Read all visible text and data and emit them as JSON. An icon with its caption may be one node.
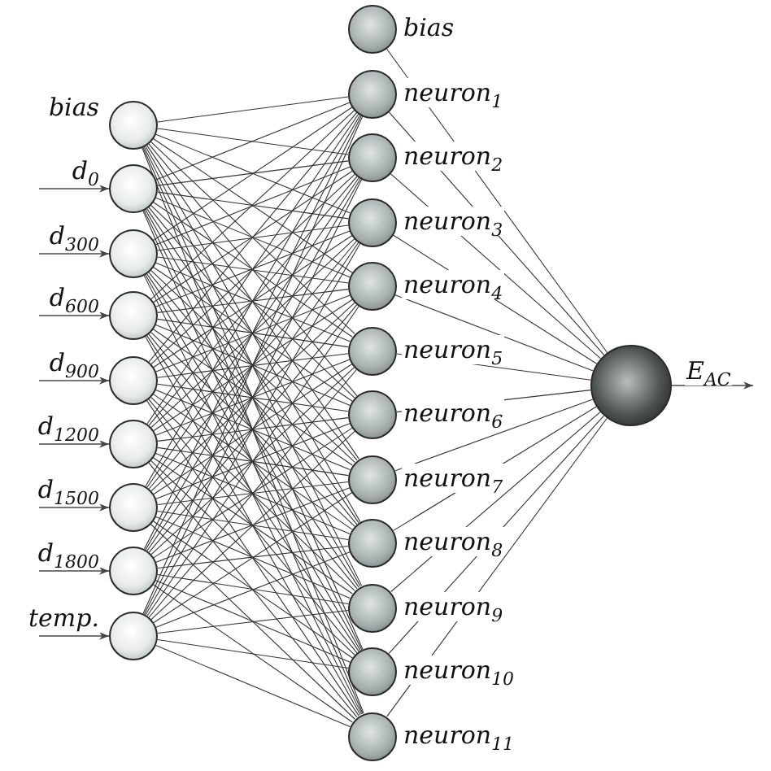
{
  "diagram": {
    "nodes": [
      {
        "text": [],
        "shape": "circle",
        "beside": [
          "bias"
        ]
      },
      {
        "text": [],
        "shape": "circle",
        "beside": [
          "d$_{0}$"
        ]
      },
      {
        "text": [],
        "shape": "circle",
        "beside": [
          "d$_{300}$"
        ]
      },
      {
        "text": [],
        "shape": "circle",
        "beside": [
          "d$_{600}$"
        ]
      },
      {
        "text": [],
        "shape": "circle",
        "beside": [
          "d$_{900}$"
        ]
      },
      {
        "text": [],
        "shape": "circle",
        "beside": [
          "d$_{1200}$"
        ]
      },
      {
        "text": [],
        "shape": "circle",
        "beside": [
          "d$_{1500}$"
        ]
      },
      {
        "text": [],
        "shape": "circle",
        "beside": [
          "d$_{1800}$"
        ]
      },
      {
        "text": [],
        "shape": "circle",
        "beside": [
          "temp."
        ]
      },
      {
        "text": [],
        "shape": "circle",
        "beside": [
          "bias"
        ]
      },
      {
        "text": [],
        "shape": "circle",
        "beside": [
          "neuron$_{1}$"
        ]
      },
      {
        "text": [],
        "shape": "circle",
        "beside": [
          "neuron$_{2}$"
        ]
      },
      {
        "text": [],
        "shape": "circle",
        "beside": [
          "neuron$_{3}$"
        ]
      },
      {
        "text": [],
        "shape": "circle",
        "beside": [
          "neuron$_{4}$"
        ]
      },
      {
        "text": [],
        "shape": "circle",
        "beside": [
          "neuron$_{5}$"
        ]
      },
      {
        "text": [],
        "shape": "circle",
        "beside": [
          "neuron$_{6}$"
        ]
      },
      {
        "text": [],
        "shape": "circle",
        "beside": [
          "neuron$_{7}$"
        ]
      },
      {
        "text": [],
        "shape": "circle",
        "beside": [
          "neuron$_{8}$"
        ]
      },
      {
        "text": [],
        "shape": "circle",
        "beside": [
          "neuron$_{9}$"
        ]
      },
      {
        "text": [],
        "shape": "circle",
        "beside": [
          "neuron$_{10}$"
        ]
      },
      {
        "text": [],
        "shape": "circle",
        "beside": [
          "neuron$_{11}$"
        ]
      },
      {
        "text": [],
        "shape": "circle",
        "beside": [
          "E$_{AC}$"
        ]
      }
    ],
    "edges": [
      {
        "from": 0,
        "to": 10,
        "arrow": "none"
      },
      {
        "from": 0,
        "to": 11,
        "arrow": "none"
      },
      {
        "from": 0,
        "to": 12,
        "arrow": "none"
      },
      {
        "from": 0,
        "to": 13,
        "arrow": "none"
      },
      {
        "from": 0,
        "to": 14,
        "arrow": "none"
      },
      {
        "from": 0,
        "to": 15,
        "arrow": "none"
      },
      {
        "from": 0,
        "to": 16,
        "arrow": "none"
      },
      {
        "from": 0,
        "to": 17,
        "arrow": "none"
      },
      {
        "from": 0,
        "to": 18,
        "arrow": "none"
      },
      {
        "from": 0,
        "to": 19,
        "arrow": "none"
      },
      {
        "from": 0,
        "to": 20,
        "arrow": "none"
      },
      {
        "from": 1,
        "to": 10,
        "arrow": "none"
      },
      {
        "from": 1,
        "to": 11,
        "arrow": "none"
      },
      {
        "from": 1,
        "to": 12,
        "arrow": "none"
      },
      {
        "from": 1,
        "to": 13,
        "arrow": "none"
      },
      {
        "from": 1,
        "to": 14,
        "arrow": "none"
      },
      {
        "from": 1,
        "to": 15,
        "arrow": "none"
      },
      {
        "from": 1,
        "to": 16,
        "arrow": "none"
      },
      {
        "from": 1,
        "to": 17,
        "arrow": "none"
      },
      {
        "from": 1,
        "to": 18,
        "arrow": "none"
      },
      {
        "from": 1,
        "to": 19,
        "arrow": "none"
      },
      {
        "from": 1,
        "to": 20,
        "arrow": "none"
      },
      {
        "from": 2,
        "to": 10,
        "arrow": "none"
      },
      {
        "from": 2,
        "to": 11,
        "arrow": "none"
      },
      {
        "from": 2,
        "to": 12,
        "arrow": "none"
      },
      {
        "from": 2,
        "to": 13,
        "arrow": "none"
      },
      {
        "from": 2,
        "to": 14,
        "arrow": "none"
      },
      {
        "from": 2,
        "to": 15,
        "arrow": "none"
      },
      {
        "from": 2,
        "to": 16,
        "arrow": "none"
      },
      {
        "from": 2,
        "to": 17,
        "arrow": "none"
      },
      {
        "from": 2,
        "to": 18,
        "arrow": "none"
      },
      {
        "from": 2,
        "to": 19,
        "arrow": "none"
      },
      {
        "from": 2,
        "to": 20,
        "arrow": "none"
      },
      {
        "from": 3,
        "to": 10,
        "arrow": "none"
      },
      {
        "from": 3,
        "to": 11,
        "arrow": "none"
      },
      {
        "from": 3,
        "to": 12,
        "arrow": "none"
      },
      {
        "from": 3,
        "to": 13,
        "arrow": "none"
      },
      {
        "from": 3,
        "to": 14,
        "arrow": "none"
      },
      {
        "from": 3,
        "to": 15,
        "arrow": "none"
      },
      {
        "from": 3,
        "to": 16,
        "arrow": "none"
      },
      {
        "from": 3,
        "to": 17,
        "arrow": "none"
      },
      {
        "from": 3,
        "to": 18,
        "arrow": "none"
      },
      {
        "from": 3,
        "to": 19,
        "arrow": "none"
      },
      {
        "from": 3,
        "to": 20,
        "arrow": "none"
      },
      {
        "from": 4,
        "to": 10,
        "arrow": "none"
      },
      {
        "from": 4,
        "to": 11,
        "arrow": "none"
      },
      {
        "from": 4,
        "to": 12,
        "arrow": "none"
      },
      {
        "from": 4,
        "to": 13,
        "arrow": "none"
      },
      {
        "from": 4,
        "to": 14,
        "arrow": "none"
      },
      {
        "from": 4,
        "to": 15,
        "arrow": "none"
      },
      {
        "from": 4,
        "to": 16,
        "arrow": "none"
      },
      {
        "from": 4,
        "to": 17,
        "arrow": "none"
      },
      {
        "from": 4,
        "to": 18,
        "arrow": "none"
      },
      {
        "from": 4,
        "to": 19,
        "arrow": "none"
      },
      {
        "from": 4,
        "to": 20,
        "arrow": "none"
      },
      {
        "from": 5,
        "to": 10,
        "arrow": "none"
      },
      {
        "from": 5,
        "to": 11,
        "arrow": "none"
      },
      {
        "from": 5,
        "to": 12,
        "arrow": "none"
      },
      {
        "from": 5,
        "to": 13,
        "arrow": "none"
      },
      {
        "from": 5,
        "to": 14,
        "arrow": "none"
      },
      {
        "from": 5,
        "to": 15,
        "arrow": "none"
      },
      {
        "from": 5,
        "to": 16,
        "arrow": "none"
      },
      {
        "from": 5,
        "to": 17,
        "arrow": "none"
      },
      {
        "from": 5,
        "to": 18,
        "arrow": "none"
      },
      {
        "from": 5,
        "to": 19,
        "arrow": "none"
      },
      {
        "from": 5,
        "to": 20,
        "arrow": "none"
      },
      {
        "from": 6,
        "to": 10,
        "arrow": "none"
      },
      {
        "from": 6,
        "to": 11,
        "arrow": "none"
      },
      {
        "from": 6,
        "to": 12,
        "arrow": "none"
      },
      {
        "from": 6,
        "to": 13,
        "arrow": "none"
      },
      {
        "from": 6,
        "to": 14,
        "arrow": "none"
      },
      {
        "from": 6,
        "to": 15,
        "arrow": "none"
      },
      {
        "from": 6,
        "to": 16,
        "arrow": "none"
      },
      {
        "from": 6,
        "to": 17,
        "arrow": "none"
      },
      {
        "from": 6,
        "to": 18,
        "arrow": "none"
      },
      {
        "from": 6,
        "to": 19,
        "arrow": "none"
      },
      {
        "from": 6,
        "to": 20,
        "arrow": "none"
      },
      {
        "from": 7,
        "to": 10,
        "arrow": "none"
      },
      {
        "from": 7,
        "to": 11,
        "arrow": "none"
      },
      {
        "from": 7,
        "to": 12,
        "arrow": "none"
      },
      {
        "from": 7,
        "to": 13,
        "arrow": "none"
      },
      {
        "from": 7,
        "to": 14,
        "arrow": "none"
      },
      {
        "from": 7,
        "to": 15,
        "arrow": "none"
      },
      {
        "from": 7,
        "to": 16,
        "arrow": "none"
      },
      {
        "from": 7,
        "to": 17,
        "arrow": "none"
      },
      {
        "from": 7,
        "to": 18,
        "arrow": "none"
      },
      {
        "from": 7,
        "to": 19,
        "arrow": "none"
      },
      {
        "from": 7,
        "to": 20,
        "arrow": "none"
      },
      {
        "from": 8,
        "to": 10,
        "arrow": "none"
      },
      {
        "from": 8,
        "to": 11,
        "arrow": "none"
      },
      {
        "from": 8,
        "to": 12,
        "arrow": "none"
      },
      {
        "from": 8,
        "to": 13,
        "arrow": "none"
      },
      {
        "from": 8,
        "to": 14,
        "arrow": "none"
      },
      {
        "from": 8,
        "to": 15,
        "arrow": "none"
      },
      {
        "from": 8,
        "to": 16,
        "arrow": "none"
      },
      {
        "from": 8,
        "to": 17,
        "arrow": "none"
      },
      {
        "from": 8,
        "to": 18,
        "arrow": "none"
      },
      {
        "from": 8,
        "to": 19,
        "arrow": "none"
      },
      {
        "from": 8,
        "to": 20,
        "arrow": "none"
      },
      {
        "from": 9,
        "to": 21,
        "arrow": "none"
      },
      {
        "from": 10,
        "to": 21,
        "arrow": "none"
      },
      {
        "from": 11,
        "to": 21,
        "arrow": "none"
      },
      {
        "from": 12,
        "to": 21,
        "arrow": "none"
      },
      {
        "from": 13,
        "to": 21,
        "arrow": "none"
      },
      {
        "from": 14,
        "to": 21,
        "arrow": "none"
      },
      {
        "from": 15,
        "to": 21,
        "arrow": "none"
      },
      {
        "from": 16,
        "to": 21,
        "arrow": "none"
      },
      {
        "from": 17,
        "to": 21,
        "arrow": "none"
      },
      {
        "from": 18,
        "to": 21,
        "arrow": "none"
      },
      {
        "from": 19,
        "to": 21,
        "arrow": "none"
      },
      {
        "from": 20,
        "to": 21,
        "arrow": "none"
      },
      {
        "from": null,
        "to": 1,
        "arrow": "to"
      },
      {
        "from": null,
        "to": 2,
        "arrow": "to"
      },
      {
        "from": null,
        "to": 3,
        "arrow": "to"
      },
      {
        "from": null,
        "to": 4,
        "arrow": "to"
      },
      {
        "from": null,
        "to": 5,
        "arrow": "to"
      },
      {
        "from": null,
        "to": 6,
        "arrow": "to"
      },
      {
        "from": null,
        "to": 7,
        "arrow": "to"
      },
      {
        "from": null,
        "to": 8,
        "arrow": "to"
      },
      {
        "from": 21,
        "to": null,
        "arrow": "to"
      }
    ]
  }
}
